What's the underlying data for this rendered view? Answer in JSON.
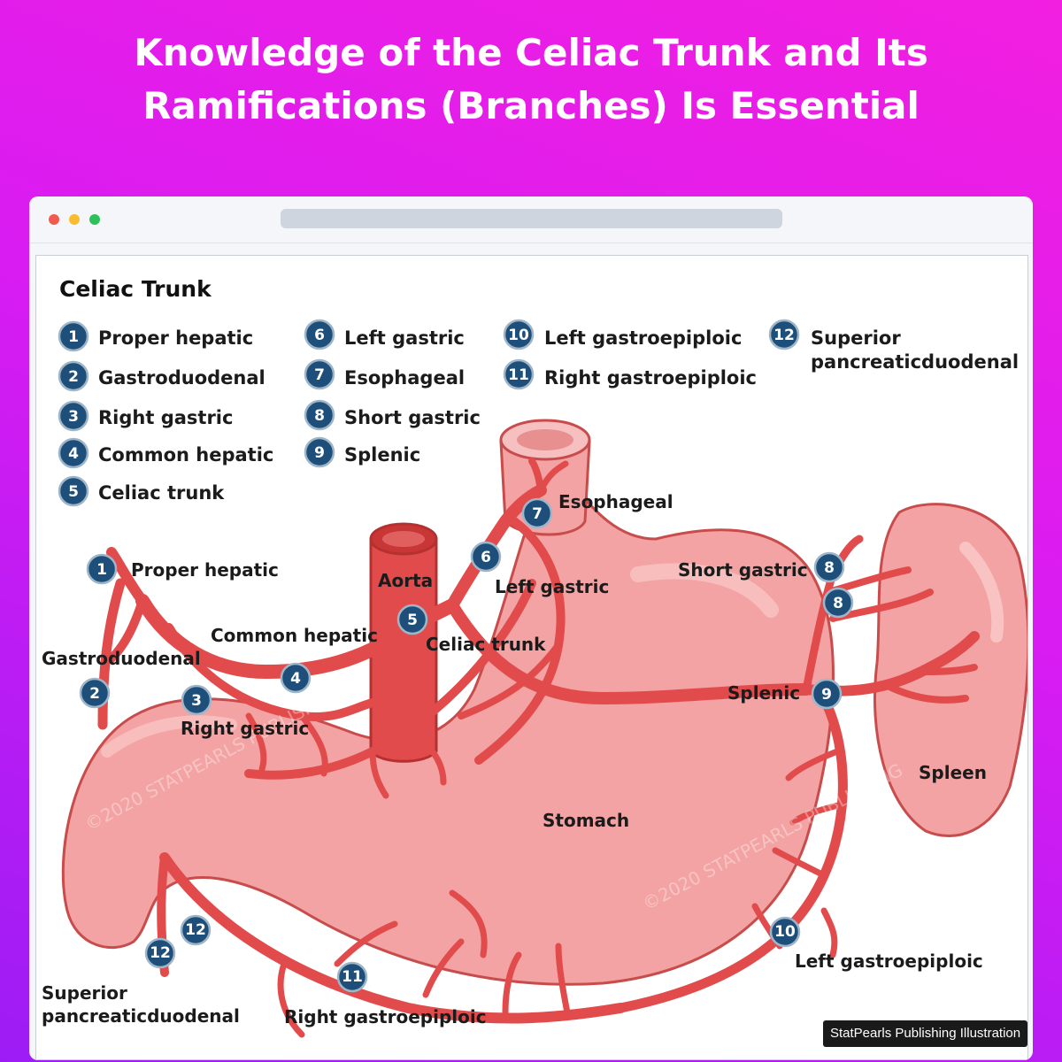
{
  "header": {
    "title_line1": "Knowledge of the Celiac Trunk and Its",
    "title_line2": "Ramifications (Branches) Is Essential"
  },
  "diagram": {
    "title": "Celiac Trunk",
    "legend": [
      {
        "num": "1",
        "label": "Proper hepatic"
      },
      {
        "num": "2",
        "label": "Gastroduodenal"
      },
      {
        "num": "3",
        "label": "Right gastric"
      },
      {
        "num": "4",
        "label": "Common hepatic"
      },
      {
        "num": "5",
        "label": "Celiac trunk"
      },
      {
        "num": "6",
        "label": "Left gastric"
      },
      {
        "num": "7",
        "label": "Esophageal"
      },
      {
        "num": "8",
        "label": "Short gastric"
      },
      {
        "num": "9",
        "label": "Splenic"
      },
      {
        "num": "10",
        "label": "Left gastroepiploic"
      },
      {
        "num": "11",
        "label": "Right gastroepiploic"
      },
      {
        "num": "12",
        "label_line1": "Superior",
        "label_line2": "pancreaticduodenal"
      }
    ],
    "labels": {
      "proper_hepatic": "Proper hepatic",
      "aorta": "Aorta",
      "common_hepatic": "Common hepatic",
      "celiac_trunk": "Celiac trunk",
      "gastroduodenal": "Gastroduodenal",
      "right_gastric": "Right gastric",
      "esophageal": "Esophageal",
      "left_gastric": "Left gastric",
      "short_gastric": "Short gastric",
      "splenic": "Splenic",
      "spleen": "Spleen",
      "stomach": "Stomach",
      "left_gastroepiploic": "Left gastroepiploic",
      "right_gastroepiploic": "Right gastroepiploic",
      "sup_pd_line1": "Superior",
      "sup_pd_line2": "pancreaticduodenal"
    },
    "watermark": "©2020 STATPEARLS PUBLISHING"
  },
  "caption": "StatPearls Publishing Illustration",
  "colors": {
    "artery": "#e24b4b",
    "artery_dark": "#c93636",
    "organ": "#f3a3a3",
    "organ_outline": "#c94c4c",
    "badge": "#1e4f7a"
  }
}
